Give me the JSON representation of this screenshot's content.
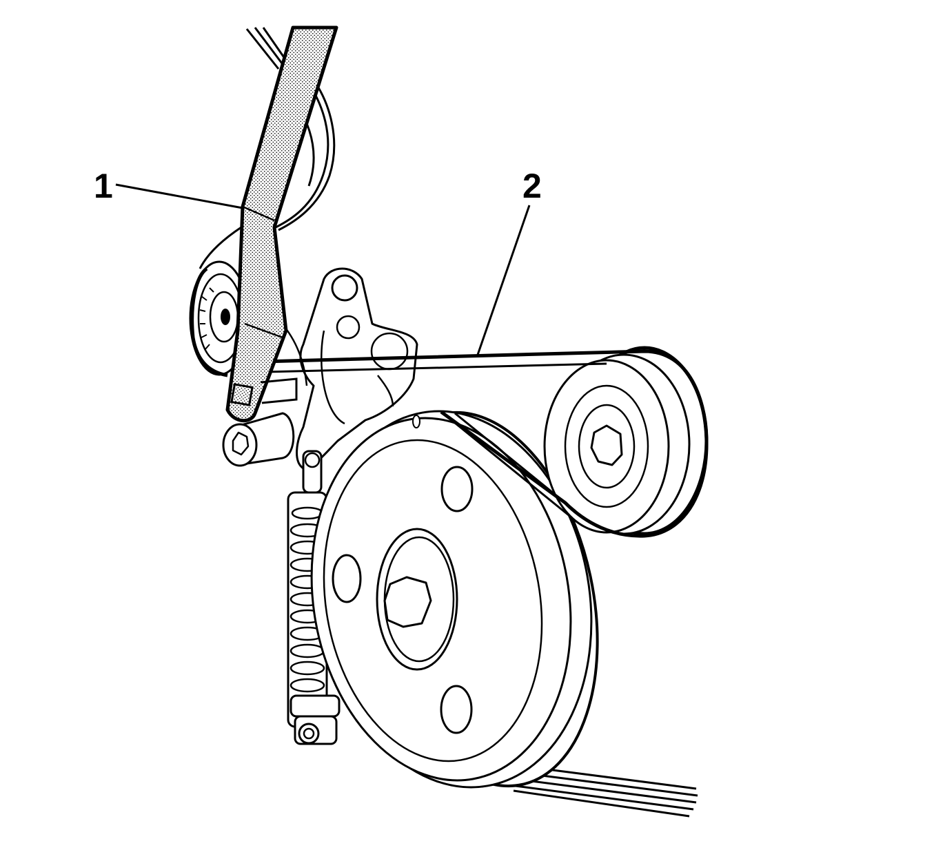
{
  "diagram": {
    "callouts": [
      {
        "id": "1",
        "label": "1"
      },
      {
        "id": "2",
        "label": "2"
      }
    ],
    "parts": {
      "1": "tool",
      "2": "belt"
    },
    "colors": {
      "line": "#000000",
      "background": "#ffffff",
      "shading": "#000000"
    }
  }
}
